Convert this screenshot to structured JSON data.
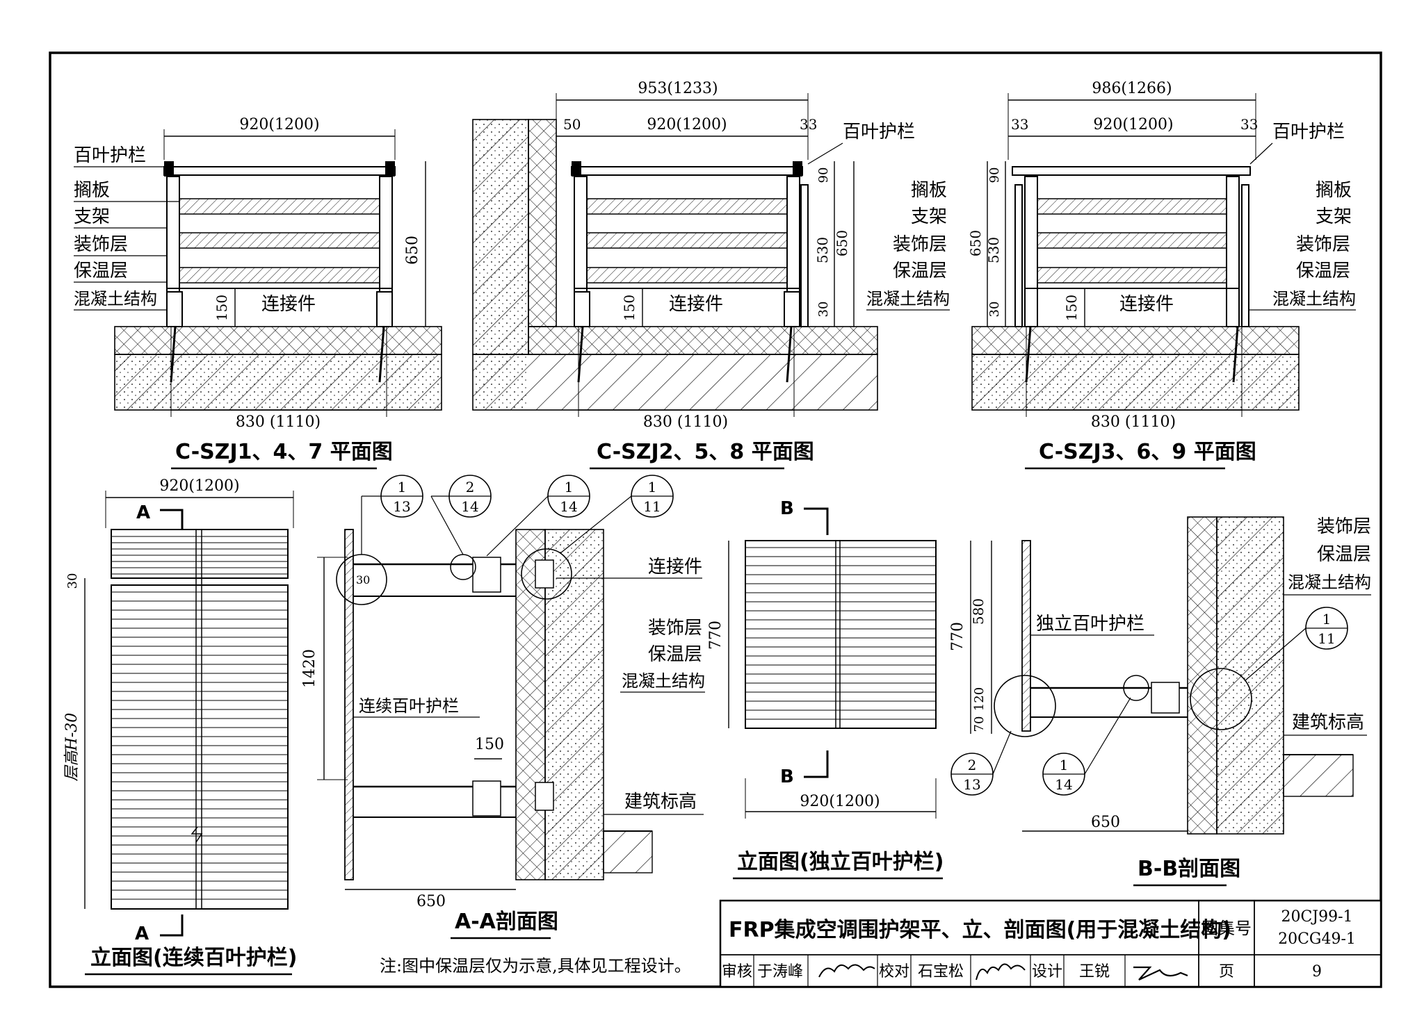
{
  "layers": {
    "railing": "百叶护栏",
    "shelf": "搁板",
    "bracket": "支架",
    "decor": "装饰层",
    "insulation": "保温层",
    "concrete": "混凝土结构",
    "connector": "连接件",
    "cont_railing": "连续百叶护栏",
    "indep_railing": "独立百叶护栏",
    "elevation_mark": "建筑标高"
  },
  "plan1": {
    "title": "C-SZJ1、4、7 平面图",
    "dim_top": "920(1200)",
    "dim_bottom": "830 (1110)",
    "dim_h": "650",
    "dim_150": "150"
  },
  "plan2": {
    "title": "C-SZJ2、5、8 平面图",
    "dim_total": "953(1233)",
    "dim_50": "50",
    "dim_top": "920(1200)",
    "dim_33": "33",
    "dim_90": "90",
    "dim_530": "530",
    "dim_650": "650",
    "dim_30": "30",
    "dim_150": "150",
    "dim_bottom": "830 (1110)"
  },
  "plan3": {
    "title": "C-SZJ3、6、9 平面图",
    "dim_total": "986(1266)",
    "dim_33a": "33",
    "dim_top": "920(1200)",
    "dim_33b": "33",
    "dim_90": "90",
    "dim_530": "530",
    "dim_650": "650",
    "dim_30": "30",
    "dim_150": "150",
    "dim_bottom": "830 (1110)"
  },
  "elev_cont": {
    "title": "立面图(连续百叶护栏)",
    "dim_top": "920(1200)",
    "section_a": "A",
    "dim_30": "30",
    "floor_height": "层高H-30"
  },
  "section_aa": {
    "title": "A-A剖面图",
    "dim_1420": "1420",
    "dim_30": "30",
    "dim_150": "150",
    "dim_650": "650",
    "ref1": {
      "top": "1",
      "bottom": "13"
    },
    "ref2": {
      "top": "2",
      "bottom": "14"
    },
    "ref3": {
      "top": "1",
      "bottom": "14"
    },
    "ref4": {
      "top": "1",
      "bottom": "11"
    }
  },
  "elev_indep": {
    "title": "立面图(独立百叶护栏)",
    "section_b": "B",
    "dim_770": "770",
    "dim_bottom": "920(1200)"
  },
  "section_bb": {
    "title": "B-B剖面图",
    "dim_770": "770",
    "dim_580": "580",
    "dim_120": "120",
    "dim_70": "70",
    "dim_650": "650",
    "ref_a": {
      "top": "1",
      "bottom": "11"
    },
    "ref_b": {
      "top": "2",
      "bottom": "13"
    },
    "ref_c": {
      "top": "1",
      "bottom": "14"
    }
  },
  "note": "注:图中保温层仅为示意,具体见工程设计。",
  "title_block": {
    "main_title": "FRP集成空调围护架平、立、剖面图(用于混凝土结构)",
    "atlas_label": "图集号",
    "atlas_no_1": "20CJ99-1",
    "atlas_no_2": "20CG49-1",
    "review_label": "审核",
    "reviewer": "于涛峰",
    "check_label": "校对",
    "checker": "石宝松",
    "design_label": "设计",
    "designer": "王锐",
    "page_label": "页",
    "page_no": "9"
  }
}
